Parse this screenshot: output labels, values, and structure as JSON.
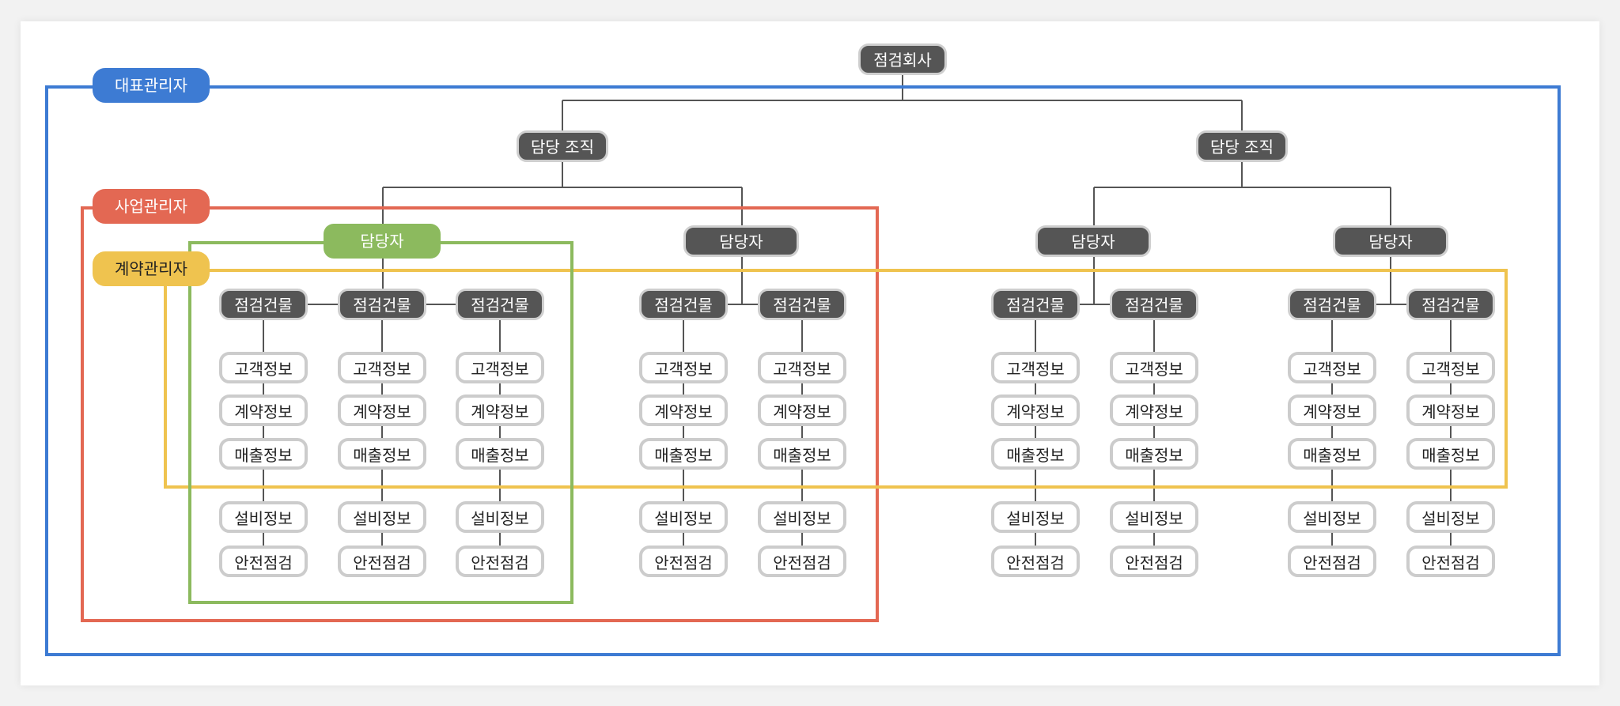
{
  "colors": {
    "representative": "#3d7bd3",
    "business": "#e36853",
    "contract": "#efc34f",
    "manager_highlight": "#8cba5e",
    "dark_node": "#555555",
    "light_node_border": "#cccccc",
    "connector": "#555555"
  },
  "roles": {
    "representative": "대표관리자",
    "business": "사업관리자",
    "contract": "계약관리자"
  },
  "root": {
    "label": "점검회사"
  },
  "orgs": [
    {
      "label": "담당 조직",
      "managers": [
        {
          "label": "담당자",
          "highlighted": true,
          "buildings": [
            {
              "label": "점검건물",
              "items": [
                "고객정보",
                "계약정보",
                "매출정보",
                "설비정보",
                "안전점검"
              ]
            },
            {
              "label": "점검건물",
              "items": [
                "고객정보",
                "계약정보",
                "매출정보",
                "설비정보",
                "안전점검"
              ]
            },
            {
              "label": "점검건물",
              "items": [
                "고객정보",
                "계약정보",
                "매출정보",
                "설비정보",
                "안전점검"
              ]
            }
          ]
        },
        {
          "label": "담당자",
          "highlighted": false,
          "buildings": [
            {
              "label": "점검건물",
              "items": [
                "고객정보",
                "계약정보",
                "매출정보",
                "설비정보",
                "안전점검"
              ]
            },
            {
              "label": "점검건물",
              "items": [
                "고객정보",
                "계약정보",
                "매출정보",
                "설비정보",
                "안전점검"
              ]
            }
          ]
        }
      ]
    },
    {
      "label": "담당 조직",
      "managers": [
        {
          "label": "담당자",
          "highlighted": false,
          "buildings": [
            {
              "label": "점검건물",
              "items": [
                "고객정보",
                "계약정보",
                "매출정보",
                "설비정보",
                "안전점검"
              ]
            },
            {
              "label": "점검건물",
              "items": [
                "고객정보",
                "계약정보",
                "매출정보",
                "설비정보",
                "안전점검"
              ]
            }
          ]
        },
        {
          "label": "담당자",
          "highlighted": false,
          "buildings": [
            {
              "label": "점검건물",
              "items": [
                "고객정보",
                "계약정보",
                "매출정보",
                "설비정보",
                "안전점검"
              ]
            },
            {
              "label": "점검건물",
              "items": [
                "고객정보",
                "계약정보",
                "매출정보",
                "설비정보",
                "안전점검"
              ]
            }
          ]
        }
      ]
    }
  ]
}
